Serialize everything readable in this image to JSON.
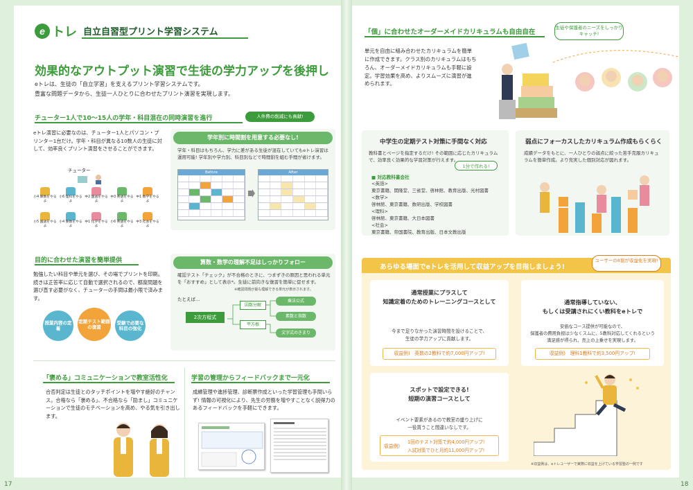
{
  "logo": {
    "text": "eトレ"
  },
  "left": {
    "brand_title": "自立自習型プリント学習システム",
    "headline": "効果的なアウトプット演習で生徒の学力アップを後押し",
    "intro_line1": "eトレは、生徒の「自立学習」を支えるプリント学習システムです。",
    "intro_line2": "豊富な問題データから、生徒一人ひとりに合わせたプリント演習を実現します。",
    "sec1": {
      "title": "チューター1人で10〜15人の学年・科目混在の同時演習を進行",
      "badge": "人件費の削減にも貢献!",
      "body": "eトレ演習に必要なのは、チューター1人とパソコン・プリンター1台だけ。学年・科目が異なる10数人の生徒に対して、効率良くプリント演習をさせることができます。",
      "tutor_label": "チューター",
      "students": [
        "小4 算数をやるよ",
        "小6 理科をやるよ",
        "中2 国語をやるよ",
        "中3 英語をやるよ",
        "中1 数学をやるよ",
        "小5 国語をやるよ",
        "小4 算数をやるよ",
        "中1 化学をやるよ",
        "小6 英語をやるよ",
        "中3 社会をやるよ"
      ],
      "card_title": "学年別に時間割を用意する必要なし!",
      "card_body": "学年・科目はもちろん、学力に差がある生徒が混在していてもeトレ演習は運用可能! 学年別や学力別、科目別などで時間割を組む手間が省けます。",
      "before": "Before",
      "after": "After"
    },
    "sec2": {
      "title": "目的に合わせた演習を簡単提供",
      "body": "勉強したい科目や単元を選び、その場でプリントを印刷。続きは正答率に応じて自動で選択されるので、都度問題を選び直す必要がなく、チューターの手間は最小限で済みます。",
      "circles": [
        "授業内容の定着",
        "定期テスト範囲の復習",
        "受験で必要な科目の強化"
      ],
      "card_title": "算数・数学の理解不足はしっかりフォロー",
      "card_body": "確認テスト「チェック」が不合格のときに、つまずきの原因と思われる単元を「おすすめ」として表示*。生徒に前向きな復習を簡単に促せます。",
      "note": "※確認問題が最も理解できる単元が表示されます。",
      "example": "たとえば…",
      "root": "2次方程式",
      "branches": [
        "因数分解",
        "平方根"
      ],
      "leaves": [
        "乗法公式",
        "素数と指数",
        "文字式のきまり"
      ]
    },
    "sec3": {
      "title": "「褒める」コミュニケーションで教室活性化",
      "body": "合否判定は生徒とのタッチポイントを増やす絶好のチャンス。合格なら「褒める」、不合格なら「励まし」コミュニケーションで生徒のモチベーションを高め、やる気を引き出します。"
    },
    "sec4": {
      "title": "学習の管理からフィードバックまで一元化",
      "body": "成績管理や進捗管理、診断票作成といった学習管理も手間いらず! 情報の可視化により、先生の労務を増やすことなく説得力のあるフィードバックを手軽にできます。"
    },
    "page_number": "17"
  },
  "right": {
    "sec1": {
      "title": "「個」に合わせたオーダーメイドカリキュラムも自由自在",
      "bubble": "生徒や保護者のニーズをしっかりキャッチ!",
      "body": "単元を自由に組み合わせたカリキュラムを簡単に作成できます。クラス別のカリキュラムはもちろん、オーダーメイドカリキュラムも手軽に設定。学習効果を高め、よりスムーズに演習が進められます。"
    },
    "sec2": {
      "title": "中学生の定期テスト対策に手間なく対応",
      "body": "教科書とページを指定するだけ! その範囲に応じたカリキュラムで、効率良く効果的な学習対策が行えます。",
      "badge": "1分で作れる!",
      "list_title": "■ 対応教科書会社",
      "list": [
        "<英語>",
        "東京書籍、開隆堂、三省堂、啓林館、教育出版、光村図書",
        "<数学>",
        "啓林館、東京書籍、数研出版、学校図書",
        "<理科>",
        "啓林館、東京書籍、大日本図書",
        "<社会>",
        "東京書籍、帝国書院、教育出版、日本文教出版"
      ]
    },
    "sec3": {
      "title": "弱点にフォーカスしたカリキュラム作成もらくらく",
      "body": "成績データをもとに、一人ひとりの弱点に絞った苦手克服カリキュラムを簡単作成。より充実した個別対応が図れます。"
    },
    "sec4": {
      "title": "あらゆる場面でeトレを活用して収益アップを目指しましょう!",
      "badge": "ユーザーの8割が収益化を実現!",
      "card1_title1": "通常授業にプラスして",
      "card1_title2": "知識定着のためのトレーニングコースとして",
      "card1_body1": "今まで足りなかった演習時間を設けることで、",
      "card1_body2": "生徒の学力アップに貢献します。",
      "card1_amount": "収益例)　英数の2教科で約7,000円アップ!",
      "card2_title1": "通常指導していない、",
      "card2_title2": "もしくは受講されにくい教科をeトレで",
      "card2_body1": "安価なコース提供が可能なので、",
      "card2_body2": "保護者の費用負担は少なくスムに、5教科対応してくれるという",
      "card2_body3": "満足感が得られ、売上の上乗せを実現します。",
      "card2_amount": "収益例)　理科1教科で約3,500円アップ!",
      "card3_title1": "スポットで設定できる!",
      "card3_title2": "短期の演習コースとして",
      "card3_body1": "イベント要素があるので教室の盛り上げに",
      "card3_body2": "一役買うこと間違いなしです。",
      "card3_label": "収益例)",
      "card3_amount1": "1回のテスト対策で約4,000円アップ!",
      "card3_amount2": "入試対策でひと月約11,000円アップ!",
      "footnote": "※収益例は、eトレユーザーで実際に収益を上げている学習塾の一例です"
    },
    "page_number": "18"
  }
}
